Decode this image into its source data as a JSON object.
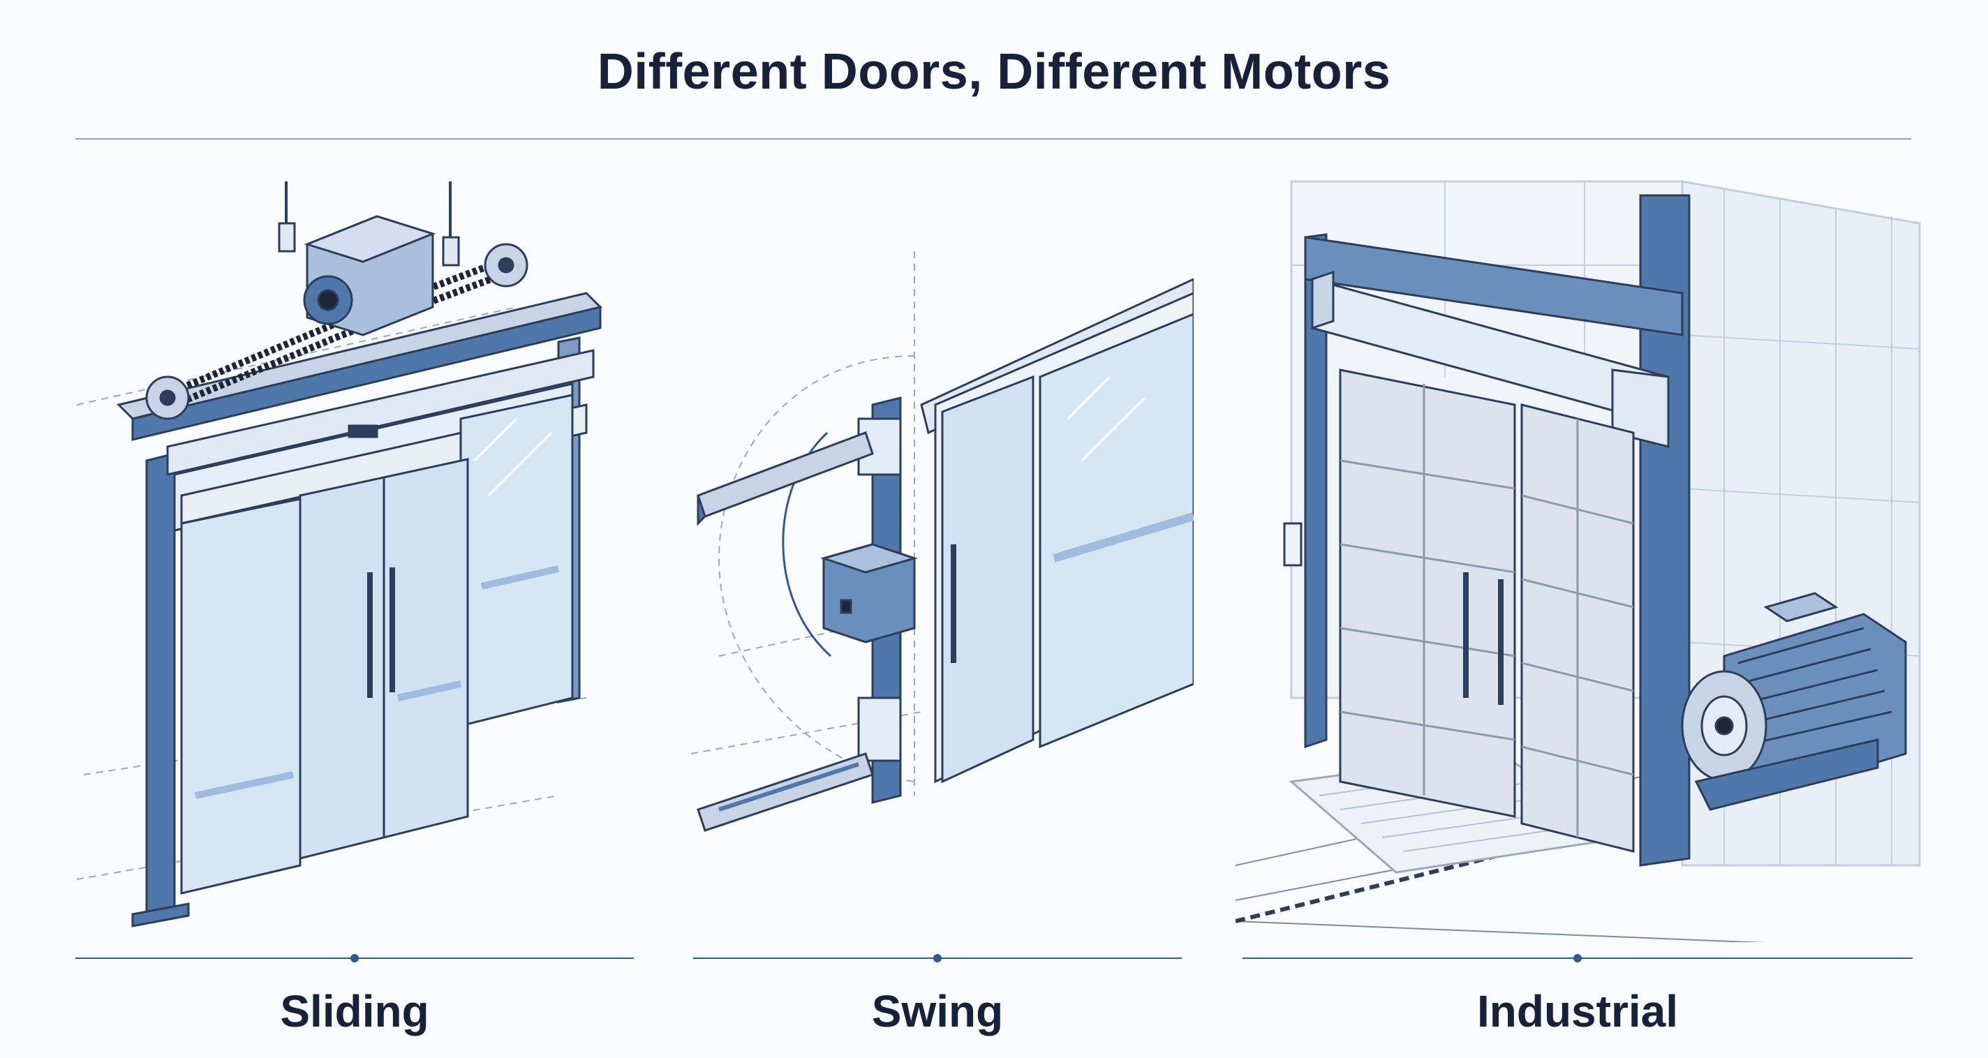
{
  "title": "Different Doors, Different Motors",
  "panels": [
    {
      "label": "Sliding",
      "illustration": "sliding-door-with-overhead-belt-motor"
    },
    {
      "label": "Swing",
      "illustration": "swing-door-with-arm-operator"
    },
    {
      "label": "Industrial",
      "illustration": "industrial-door-with-electric-motor"
    }
  ],
  "colors": {
    "accent_blue": "#4f77a9",
    "glass": "#d6e6f5",
    "ink": "#16213a",
    "line": "#2f5a95"
  }
}
